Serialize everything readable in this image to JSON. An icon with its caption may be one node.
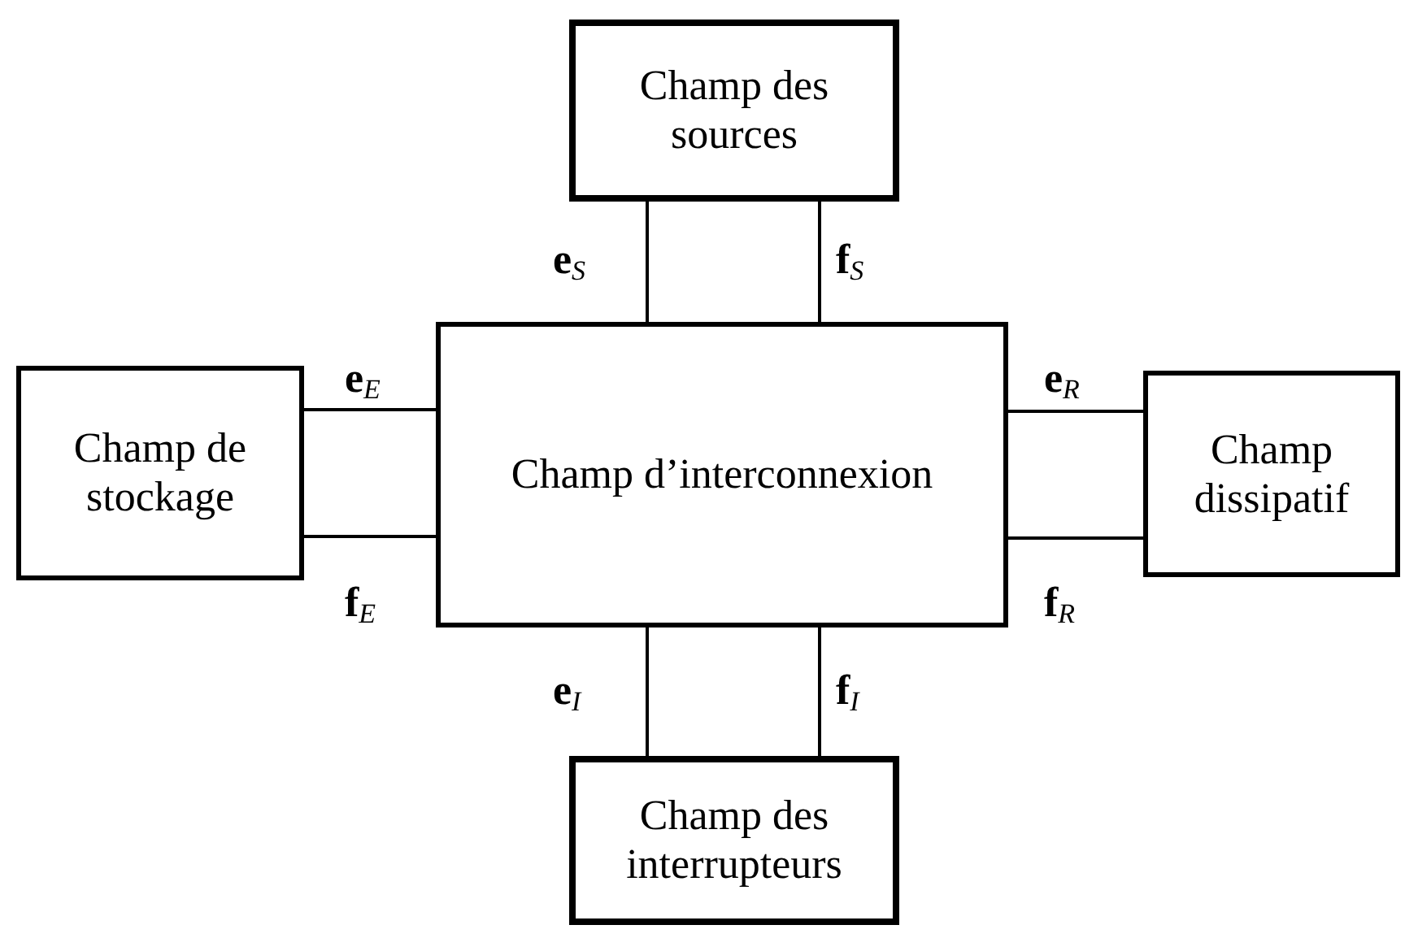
{
  "diagram": {
    "nodes": [
      {
        "text": [
          "Champ des sources"
        ]
      },
      {
        "text": [
          "Champ de stockage"
        ]
      },
      {
        "text": [
          "Champ d’interconnexion"
        ]
      },
      {
        "text": [
          "Champ dissipatif"
        ]
      },
      {
        "text": [
          "Champ des interrupteurs"
        ]
      }
    ],
    "edges": [
      {
        "from": 0,
        "to": 2,
        "arrow": "none",
        "label": "**e**$_{S}$"
      },
      {
        "from": 0,
        "to": 2,
        "arrow": "none",
        "label": "**f**$_{S}$"
      },
      {
        "from": 1,
        "to": 2,
        "arrow": "none",
        "label": "**e**$_{E}$"
      },
      {
        "from": 1,
        "to": 2,
        "arrow": "none",
        "label": "**f**$_{E}$"
      },
      {
        "from": 2,
        "to": 3,
        "arrow": "none",
        "label": "**e**$_{R}$"
      },
      {
        "from": 2,
        "to": 3,
        "arrow": "none",
        "label": "**f**$_{R}$"
      },
      {
        "from": 2,
        "to": 4,
        "arrow": "none",
        "label": "**e**$_{I}$"
      },
      {
        "from": 2,
        "to": 4,
        "arrow": "none",
        "label": "**f**$_{I}$"
      }
    ]
  }
}
